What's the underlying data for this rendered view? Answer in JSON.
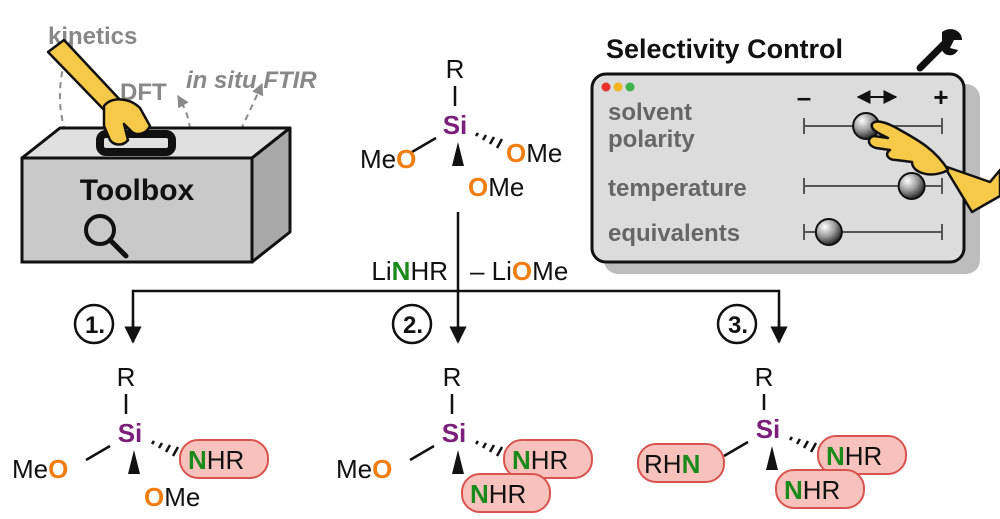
{
  "toolbox": {
    "label": "Toolbox",
    "methods": [
      "kinetics",
      "DFT",
      "in situ FTIR"
    ]
  },
  "panel": {
    "title": "Selectivity Control",
    "minus": "–",
    "plus": "+",
    "sliders": [
      {
        "label_lines": [
          "solvent",
          "polarity"
        ],
        "level": 0.45,
        "active": true
      },
      {
        "label_lines": [
          "temperature"
        ],
        "level": 0.78,
        "active": false
      },
      {
        "label_lines": [
          "equivalents"
        ],
        "level": 0.18,
        "active": false
      }
    ],
    "colors": {
      "dot_red": "#e8312a",
      "dot_yellow": "#f2b51c",
      "dot_green": "#3cb44a"
    }
  },
  "reaction": {
    "reagent_left": {
      "pre": "Li",
      "atom": "N",
      "post": "HR"
    },
    "reagent_right": {
      "pre": "– Li",
      "atom": "O",
      "post": "Me"
    },
    "start": {
      "R": "R",
      "Si": "Si",
      "MeO_left": "Me",
      "O": "O",
      "OMe_right_rest": "Me",
      "OMe_bottom_rest": "Me"
    }
  },
  "products": [
    {
      "number": "1.",
      "R": "R",
      "Si": "Si",
      "N": "N",
      "NHR_rest": "HR",
      "MeO_pre": "Me",
      "O": "O",
      "OMe_rest": "Me"
    },
    {
      "number": "2.",
      "R": "R",
      "Si": "Si",
      "N": "N",
      "NHR_rest": "HR",
      "MeO_pre": "Me",
      "O": "O"
    },
    {
      "number": "3.",
      "R": "R",
      "Si": "Si",
      "N": "N",
      "NHR_rest": "HR",
      "RHN_pre": "RH"
    }
  ],
  "atom_colors": {
    "Si": "#7b1f7a",
    "O": "#f07d10",
    "N": "#1a8a1a",
    "pill": "#f7c2bc",
    "pill_stroke": "#d9534f"
  }
}
